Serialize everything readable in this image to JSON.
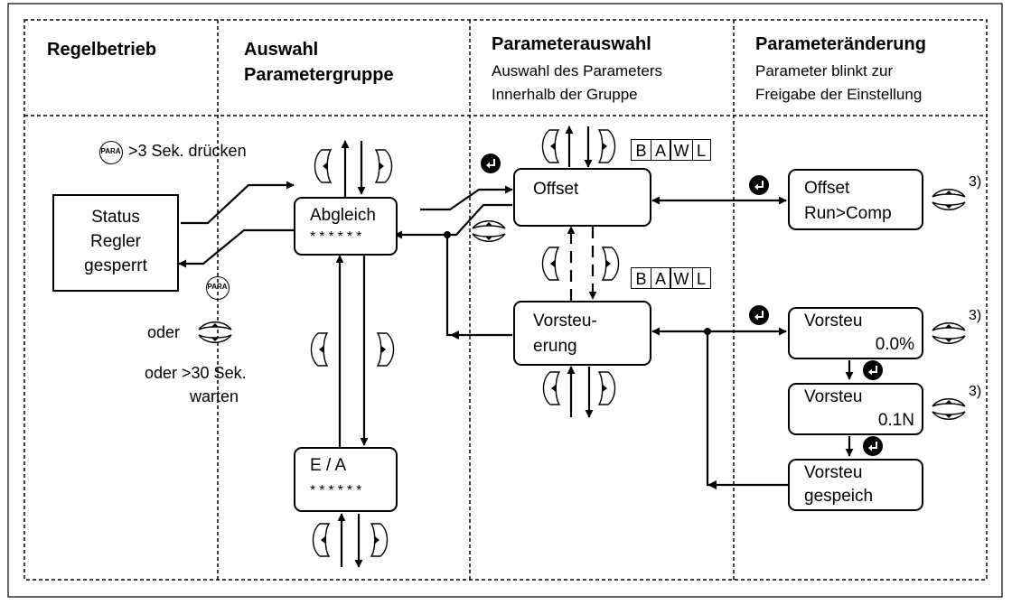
{
  "columns": {
    "col1": {
      "title": "Regelbetrieb"
    },
    "col2": {
      "title_line1": "Auswahl",
      "title_line2": "Parametergruppe"
    },
    "col3": {
      "title": "Parameterauswahl",
      "sub1": "Auswahl des Parameters",
      "sub2": "Innerhalb der Gruppe"
    },
    "col4": {
      "title": "Parameteränderung",
      "sub1": "Parameter blinkt zur",
      "sub2": "Freigabe der Einstellung"
    }
  },
  "keys": {
    "para": "PARA"
  },
  "labels": {
    "press": ">3 Sek. drücken",
    "oder1": "oder",
    "oder2": "oder >30 Sek.",
    "warten": "warten",
    "footnote": "3)"
  },
  "boxes": {
    "status": {
      "line1": "Status",
      "line2": "Regler",
      "line3": "gesperrt"
    },
    "abgleich": {
      "title": "Abgleich",
      "stars": "******"
    },
    "ea": {
      "title": "E / A",
      "stars": "******"
    },
    "offset": {
      "title": "Offset"
    },
    "vorsteuerung": {
      "line1": "Vorsteu-",
      "line2": "erung"
    },
    "offset_run": {
      "line1": "Offset",
      "line2": "Run>Comp"
    },
    "vorsteu1": {
      "line1": "Vorsteu",
      "line2": "0.0%"
    },
    "vorsteu2": {
      "line1": "Vorsteu",
      "line2": "0.1N"
    },
    "vorsteu3": {
      "line1": "Vorsteu",
      "line2": "gespeich"
    }
  },
  "letters_row1": [
    "B",
    "A",
    "W",
    "L"
  ],
  "letters_row2": [
    "B",
    "A",
    "W",
    "L"
  ]
}
